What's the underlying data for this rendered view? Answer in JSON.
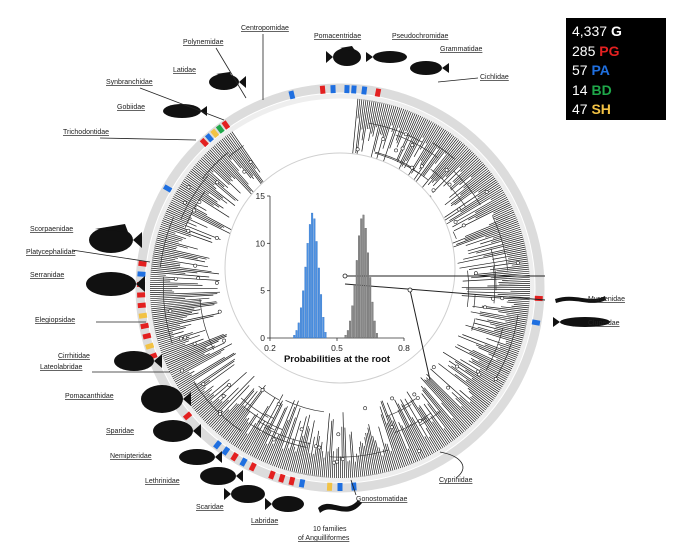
{
  "colors": {
    "PG": "#e32020",
    "PA": "#1f6fe0",
    "BD": "#1fa84a",
    "SH": "#f2c244",
    "hist_left": "#4a90e2",
    "hist_right": "#8a8a8a"
  },
  "legend": [
    {
      "count": "4,337",
      "code": "G",
      "color": "#ffffff"
    },
    {
      "count": "285",
      "code": "PG",
      "color": "#e32020"
    },
    {
      "count": "57",
      "code": "PA",
      "color": "#1f6fe0"
    },
    {
      "count": "14",
      "code": "BD",
      "color": "#1fa84a"
    },
    {
      "count": "47",
      "code": "SH",
      "color": "#f2c244"
    }
  ],
  "families": {
    "centropomidae": "Centropomidae",
    "pomacentridae": "Pomacentridae",
    "pseudochromidae": "Pseudochromidae",
    "polynemidae": "Polynemidae",
    "grammatidae": "Grammatidae",
    "latidae": "Latidae",
    "cichlidae": "Cichlidae",
    "synbranchidae": "Synbranchidae",
    "gobiidae": "Gobiidae",
    "trichodontidae": "Trichodontidae",
    "scorpaenidae": "Scorpaenidae",
    "platycephalidae": "Platycephalidae",
    "serranidae": "Serranidae",
    "elegiopsidae": "Elegiopsidae",
    "muraenidae": "Muraenidae",
    "clupeidae": "Clupeidae",
    "cirrhitidae": "Cirrhitidae",
    "lateolabridae": "Lateolabridae",
    "pomacanthidae": "Pomacanthidae",
    "sparidae": "Sparidae",
    "nemipteridae": "Nemipteridae",
    "lethrinidae": "Lethrinidae",
    "scaridae": "Scaridae",
    "labridae": "Labridae",
    "gonostomatidae": "Gonostomatidae",
    "cyprinidae": "Cyprinidae",
    "anguilliformes_line1": "10 families",
    "anguilliformes_line2": "of Anguilliformes"
  },
  "inset": {
    "xlabel": "Probabilities at the root",
    "y_ticks": [
      "0",
      "5",
      "10",
      "15"
    ],
    "x_ticks": [
      "0.2",
      "0.5",
      "0.8"
    ]
  },
  "chart_data": {
    "type": "bar",
    "xlabel": "Probabilities at the root",
    "xlim": [
      0.2,
      0.8
    ],
    "ylim": [
      0,
      15
    ],
    "series": [
      {
        "color": "#4a90e2",
        "bins": [
          0.31,
          0.32,
          0.33,
          0.34,
          0.35,
          0.36,
          0.37,
          0.38,
          0.39,
          0.4,
          0.41,
          0.42,
          0.43,
          0.44,
          0.45
        ],
        "values": [
          0.3,
          0.8,
          1.6,
          3.2,
          5.0,
          7.5,
          10.0,
          12.0,
          13.2,
          12.6,
          10.2,
          7.4,
          4.6,
          2.2,
          0.6
        ]
      },
      {
        "color": "#8a8a8a",
        "bins": [
          0.54,
          0.55,
          0.56,
          0.57,
          0.58,
          0.59,
          0.6,
          0.61,
          0.62,
          0.63,
          0.64,
          0.65,
          0.66,
          0.67,
          0.68
        ],
        "values": [
          0.3,
          0.8,
          1.8,
          3.4,
          5.6,
          8.2,
          10.8,
          12.6,
          13.0,
          11.6,
          9.0,
          6.4,
          3.8,
          1.8,
          0.5
        ]
      }
    ]
  }
}
